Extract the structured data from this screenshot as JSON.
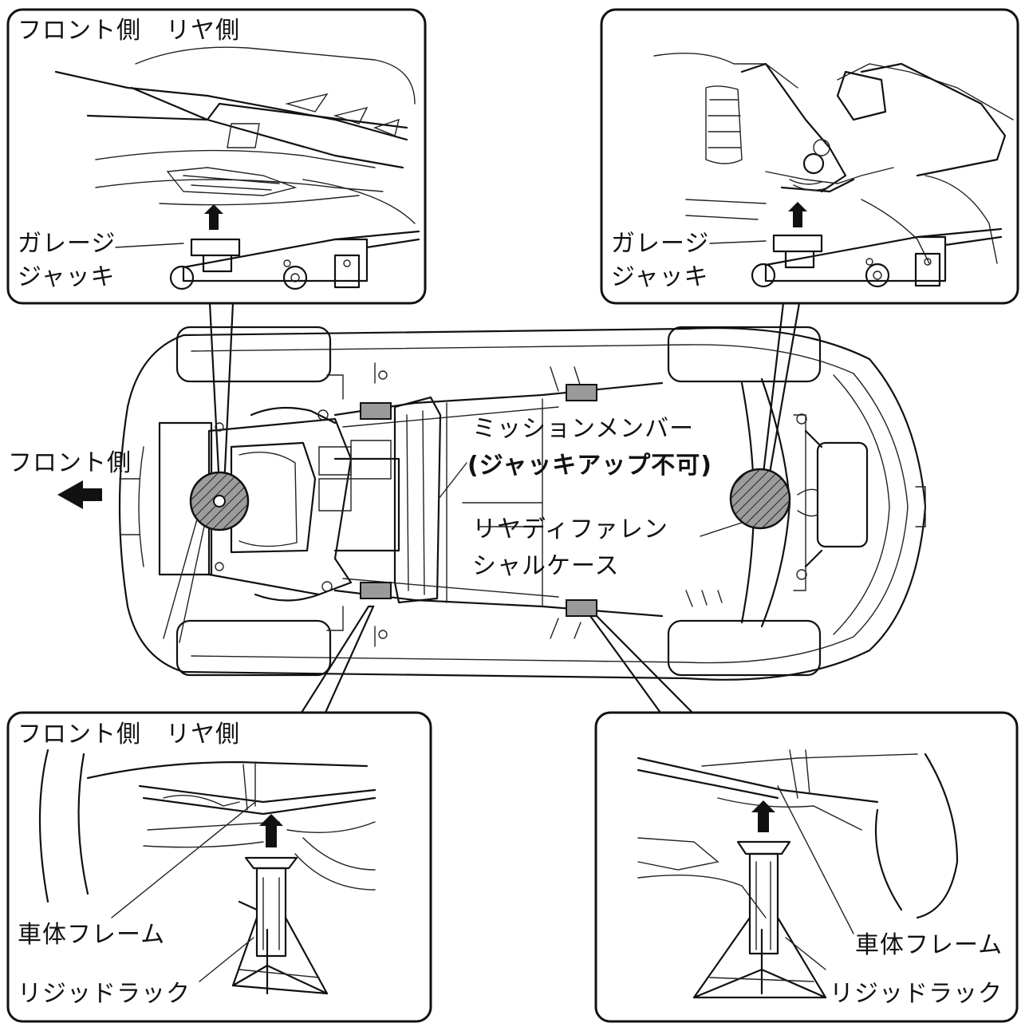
{
  "panels": {
    "top_left": {
      "front_rear": "フロント側　リヤ側",
      "garage_jack_1": "ガレージ",
      "garage_jack_2": "ジャッキ"
    },
    "top_right": {
      "garage_jack_1": "ガレージ",
      "garage_jack_2": "ジャッキ"
    },
    "bottom_left": {
      "front_rear": "フロント側　リヤ側",
      "body_frame": "車体フレーム",
      "rigid_rack": "リジッドラック"
    },
    "bottom_right": {
      "body_frame": "車体フレーム",
      "rigid_rack": "リジッドラック"
    }
  },
  "main": {
    "front_side": "フロント側",
    "mission_member": "ミッションメンバー",
    "no_jack_up": "(ジャッキアップ不可)",
    "rear_diff_1": "リヤディファレン",
    "rear_diff_2": "シャルケース"
  },
  "colors": {
    "line": "#111111",
    "pad_gray": "#9a9a9a",
    "background": "#ffffff"
  }
}
